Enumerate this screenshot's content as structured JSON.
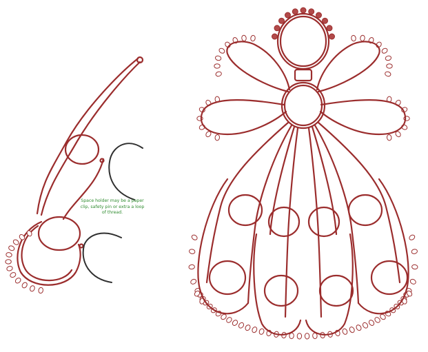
{
  "diagram": {
    "thread_color": "#9b2d2d",
    "holder_color": "#2f2f2f",
    "note_color": "#2e8b2e",
    "holder_note": "Space holder may be a paper clip, safety pin or extra a loop of thread.",
    "left_figure": {
      "name": "tatting-process-diagram",
      "components": [
        "thread-tail",
        "ring",
        "space-holder",
        "picots"
      ]
    },
    "right_figure": {
      "name": "tatted-angel",
      "components": [
        "head",
        "neck",
        "body",
        "arms",
        "wings",
        "skirt-chains",
        "skirt-rings",
        "picots"
      ]
    }
  }
}
